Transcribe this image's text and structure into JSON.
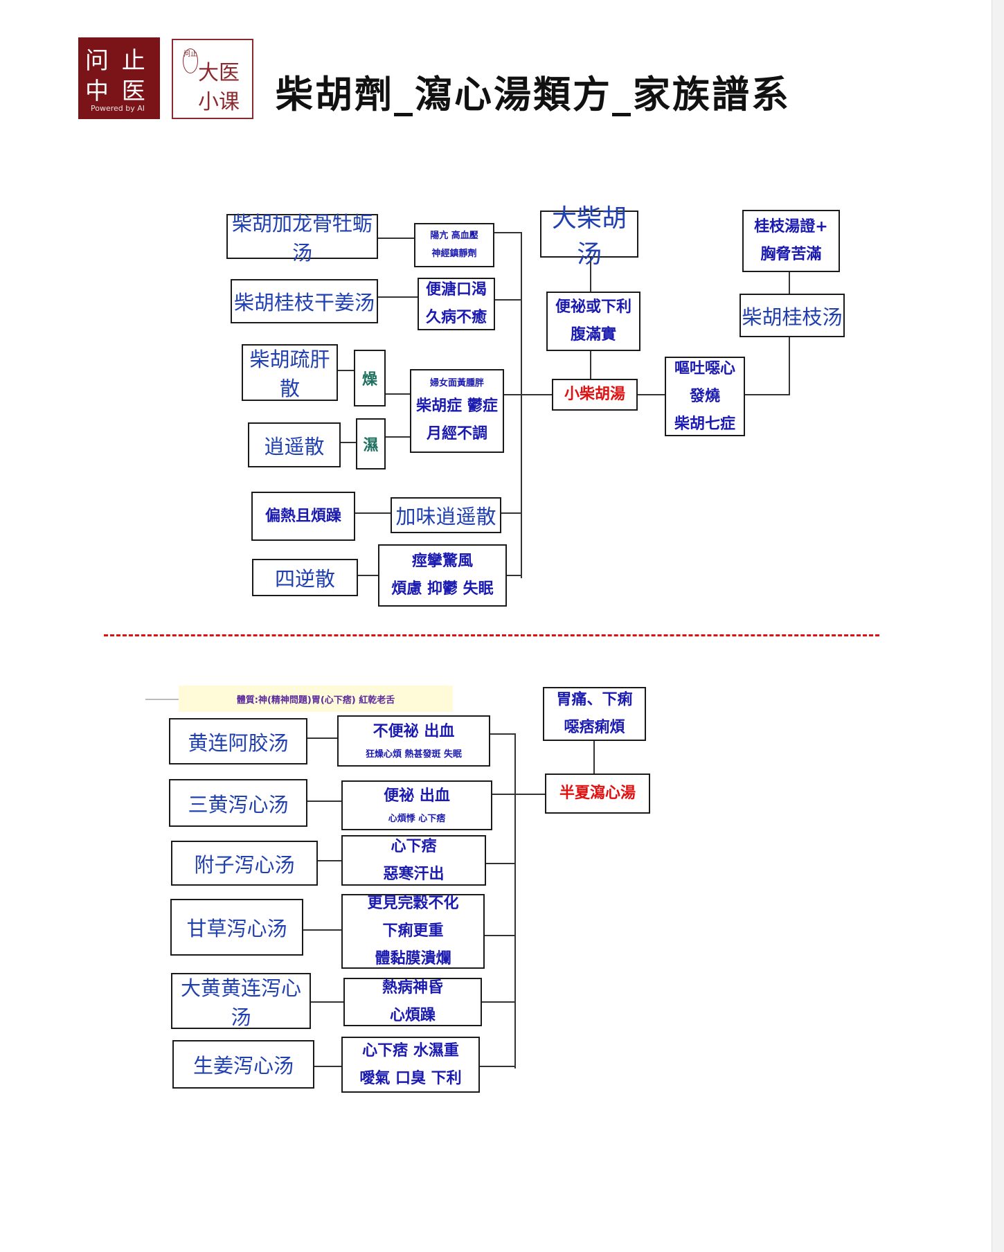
{
  "logo": {
    "left_line1": "问 止",
    "left_line2": "中 医",
    "powered": "Powered by AI",
    "small_mark": "问止",
    "right_line1": "大医",
    "right_line2": "小课"
  },
  "title": "柴胡劑_瀉心湯類方_家族譜系",
  "top": {
    "n1": "柴胡加龙骨牡蛎汤",
    "n1_note_1": "陽亢 高血壓",
    "n1_note_2": "神經鎮靜劑",
    "n2": "柴胡桂枝干姜汤",
    "n2_note_1": "便溏口渴",
    "n2_note_2": "久病不癒",
    "n3": "柴胡疏肝散",
    "n3_tag": "燥",
    "n4": "逍遥散",
    "n4_tag": "濕",
    "women_1": "婦女面黃腫胖",
    "women_2": "柴胡症 鬱症",
    "women_3": "月經不調",
    "n5_left": "偏熱且煩躁",
    "n5": "加味逍遥散",
    "n6": "四逆散",
    "n6_note_1": "痙攣驚風",
    "n6_note_2": "煩慮 抑鬱 失眠",
    "big": "大柴胡汤",
    "big_note_1": "便祕或下利",
    "big_note_2": "腹滿實",
    "center": "小柴胡湯",
    "center_note_1": "嘔吐噁心",
    "center_note_2": "發燒",
    "center_note_3": "柴胡七症",
    "gz_note_1": "桂枝湯證+",
    "gz_note_2": "胸脅苦滿",
    "gz": "柴胡桂枝汤"
  },
  "bottom": {
    "tizhi": "體質:神(精神問題)胃(心下痞) 紅乾老舌",
    "b1": "黄连阿胶汤",
    "b1_note_1": "不便祕  出血",
    "b1_note_2": "狂燥心煩 熱甚發斑 失眠",
    "b2": "三黄泻心汤",
    "b2_note_1": "便祕 出血",
    "b2_note_2": "心煩悸 心下痞",
    "b3": "附子泻心汤",
    "b3_note_1": "心下痞",
    "b3_note_2": "惡寒汗出",
    "b4": "甘草泻心汤",
    "b4_note_1": "更見完穀不化",
    "b4_note_2": "下痢更重",
    "b4_note_3": "體黏膜潰爛",
    "b5": "大黄黄连泻心汤",
    "b5_note_1": "熱病神昏",
    "b5_note_2": "心煩躁",
    "b6": "生姜泻心汤",
    "b6_note_1": "心下痞 水濕重",
    "b6_note_2": "噯氣 口臭 下利",
    "main": "半夏瀉心湯",
    "main_note_1": "胃痛、下痢",
    "main_note_2": "噁痞痢煩"
  }
}
